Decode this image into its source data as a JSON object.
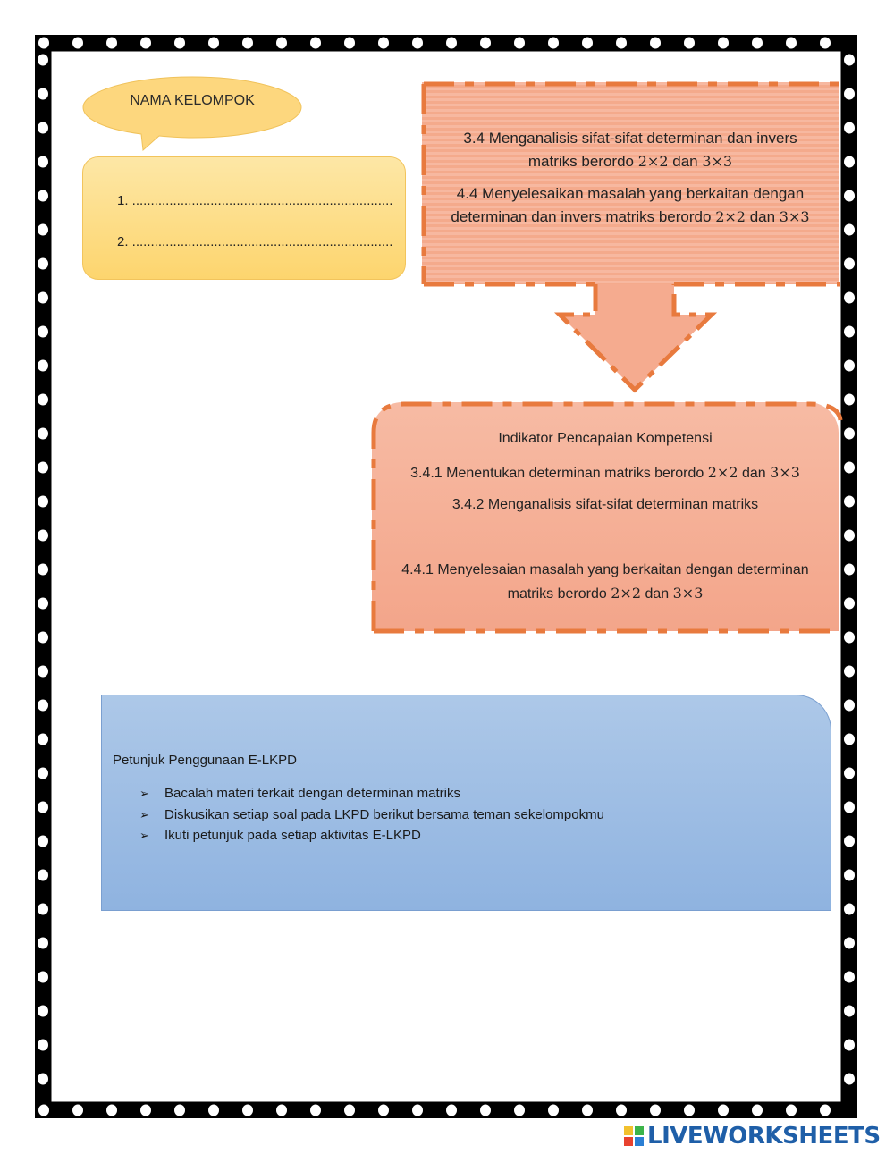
{
  "name_bubble": {
    "label": "NAMA KELOMPOK"
  },
  "members": [
    {
      "line": "1. ......................................................................"
    },
    {
      "line": "2. ......................................................................"
    }
  ],
  "kompetensi_dasar": {
    "kd_3_4": {
      "text": "3.4 Menganalisis sifat-sifat determinan dan invers",
      "text2": "matriks berordo",
      "math1": "2×2",
      "dan": "dan",
      "math2": "3×3"
    },
    "kd_4_4": {
      "text": "4.4 Menyelesaikan masalah yang berkaitan dengan",
      "text2": "determinan dan invers matriks berordo",
      "math1": "2×2",
      "dan": "dan",
      "math2": "3×3"
    }
  },
  "indikator": {
    "title": "Indikator Pencapaian Kompetensi",
    "i_3_4_1": {
      "text": "3.4.1 Menentukan determinan matriks berordo",
      "math1": "2×2",
      "dan": "dan",
      "math2": "3×3"
    },
    "i_3_4_2": {
      "text": "3.4.2 Menganalisis sifat-sifat determinan matriks"
    },
    "i_4_4_1": {
      "text": "4.4.1 Menyelesaian masalah yang berkaitan dengan determinan",
      "text2": "matriks berordo",
      "math1": "2×2",
      "dan": "dan",
      "math2": "3×3"
    }
  },
  "petunjuk": {
    "title": "Petunjuk Penggunaan E-LKPD",
    "items": [
      {
        "text": "Bacalah materi terkait dengan determinan matriks"
      },
      {
        "text": "Diskusikan setiap soal pada LKPD berikut bersama teman sekelompokmu"
      },
      {
        "text": "Ikuti petunjuk pada setiap aktivitas E-LKPD"
      }
    ],
    "bullet": "➢"
  },
  "brand": {
    "text": "LIVEWORKSHEETS",
    "logo_icon": "liveworksheets-logo-icon"
  },
  "colors": {
    "frame": "#000000",
    "name_bubble": "#fdd77e",
    "kd_fill": "#f7b8a0",
    "dash": "#e87a3e",
    "guide_fill": "#a7c3e6",
    "brand": "#1f5fa8"
  }
}
